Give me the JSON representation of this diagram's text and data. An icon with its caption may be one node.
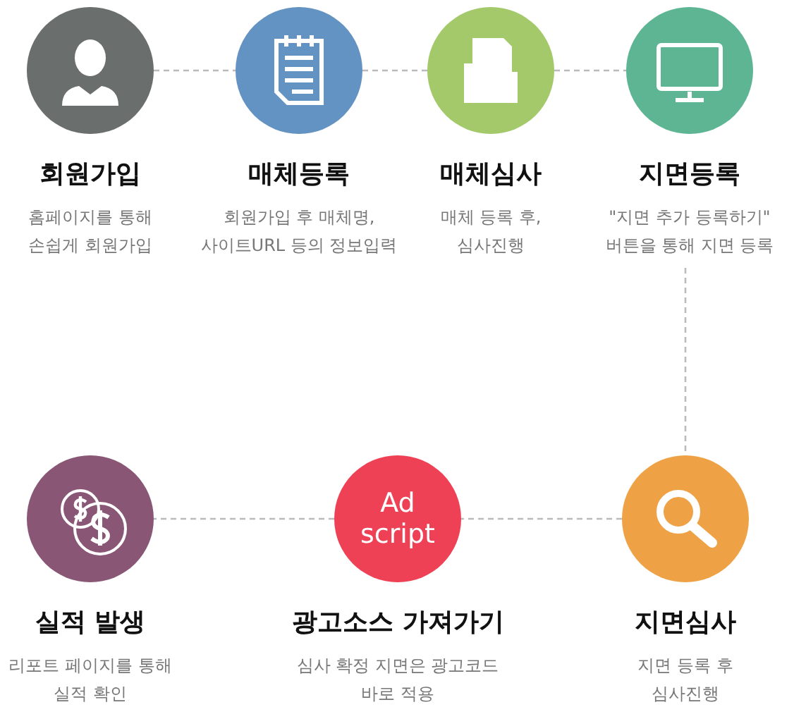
{
  "diagram": {
    "nodes": [
      {
        "text": [
          "회원가입",
          "홈페이지를 통해 손쉽게 회원가입"
        ]
      },
      {
        "text": [
          "매체등록",
          "회원가입 후 매체명, 사이트URL 등의 정보입력"
        ]
      },
      {
        "text": [
          "매체심사",
          "매체 등록 후, 심사진행"
        ]
      },
      {
        "text": [
          "지면등록",
          "\"지면 추가 등록하기\" 버튼을 통해 지면 등록"
        ]
      },
      {
        "text": [
          "실적 발생",
          "리포트 페이지를 통해 실적 확인"
        ]
      },
      {
        "text": [
          "Ad script",
          "광고소스 가져가기",
          "심사 확정 지면은 광고코드 바로 적용"
        ]
      },
      {
        "text": [
          "지면심사",
          "지면 등록 후 심사진행"
        ]
      }
    ],
    "edges": [
      {
        "from": 0,
        "to": 1,
        "arrow": "none",
        "style": "dashed"
      },
      {
        "from": 1,
        "to": 2,
        "arrow": "none",
        "style": "dashed"
      },
      {
        "from": 2,
        "to": 3,
        "arrow": "none",
        "style": "dashed"
      },
      {
        "from": 3,
        "to": 6,
        "arrow": "none",
        "style": "dashed"
      },
      {
        "from": 6,
        "to": 5,
        "arrow": "none",
        "style": "dashed"
      },
      {
        "from": 5,
        "to": 4,
        "arrow": "none",
        "style": "dashed"
      }
    ]
  }
}
